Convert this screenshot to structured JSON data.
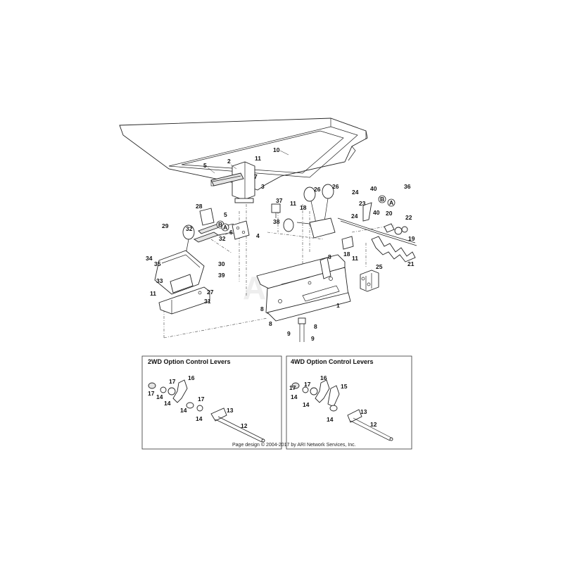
{
  "diagram": {
    "callouts": [
      "1",
      "2",
      "3",
      "4",
      "5",
      "6",
      "7",
      "8",
      "9",
      "10",
      "11",
      "12",
      "13",
      "14",
      "15",
      "16",
      "17",
      "18",
      "19",
      "20",
      "21",
      "22",
      "23",
      "24",
      "25",
      "26",
      "27",
      "28",
      "29",
      "30",
      "31",
      "32",
      "33",
      "34",
      "35",
      "36",
      "37",
      "38",
      "39",
      "40"
    ],
    "reference_letters": [
      "A",
      "B"
    ],
    "insets": [
      {
        "title": "2WD Option Control Levers",
        "callouts": [
          "17",
          "16",
          "17",
          "14",
          "14",
          "17",
          "14",
          "13",
          "12"
        ]
      },
      {
        "title": "4WD Option Control Levers",
        "callouts": [
          "17",
          "16",
          "17",
          "14",
          "15",
          "14",
          "14",
          "13",
          "12"
        ]
      }
    ]
  },
  "footer": {
    "copyright": "Page design © 2004-2017 by ARI Network Services, Inc."
  },
  "watermark": "ARI"
}
